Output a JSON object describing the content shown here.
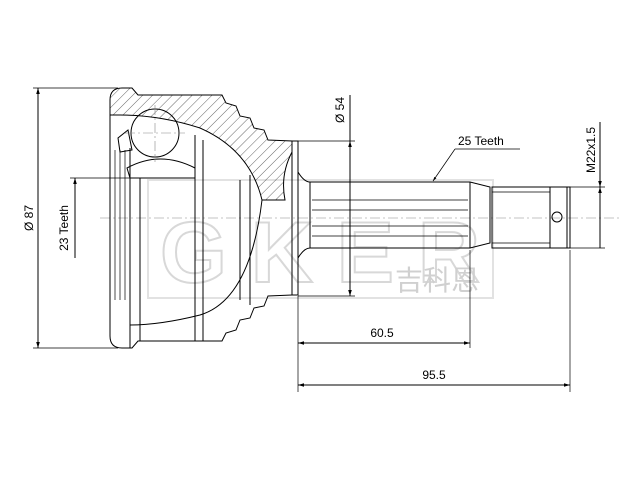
{
  "dimensions": {
    "outer_diameter": "Ø 87",
    "inner_teeth": "23 Teeth",
    "flange_diameter": "Ø 54",
    "outer_teeth": "25 Teeth",
    "thread": "M22x1.5",
    "spline_length": "60.5",
    "total_length": "95.5"
  },
  "watermark": {
    "latin": "GKER",
    "chinese": "吉科恩"
  }
}
